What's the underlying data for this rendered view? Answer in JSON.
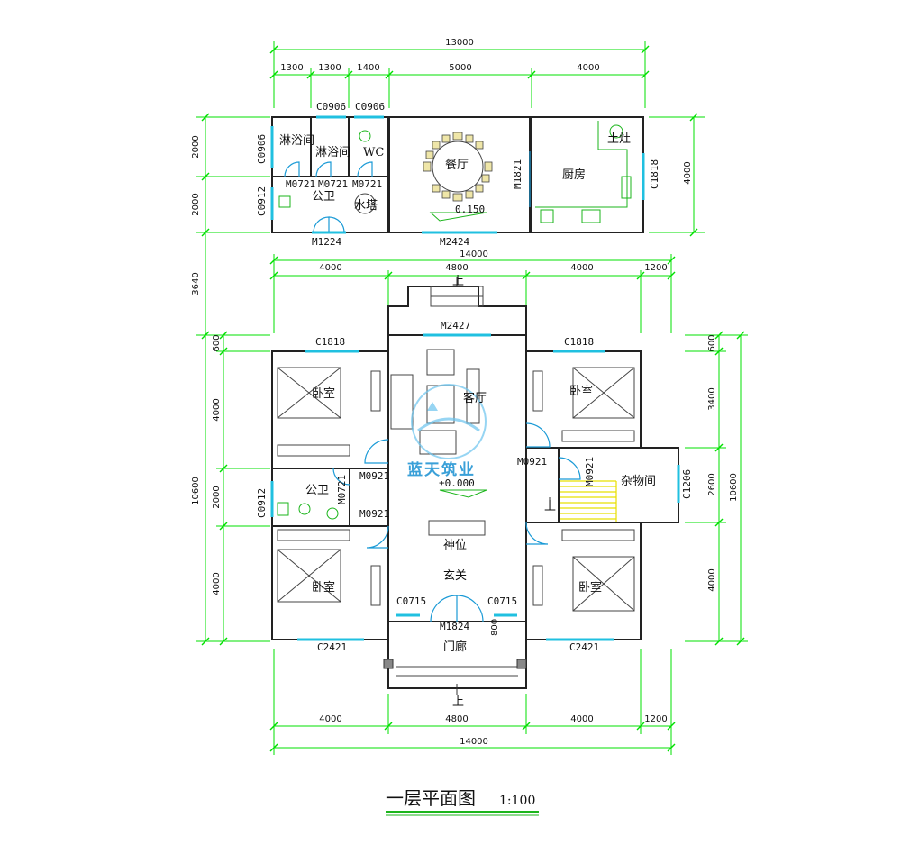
{
  "title": "一层平面图",
  "scale": "1:100",
  "watermark": "蓝天筑业",
  "annex_top_dims": {
    "total": "13000",
    "segments": [
      "1300",
      "1300",
      "1400",
      "5000",
      "4000"
    ]
  },
  "annex_left_dims": [
    "2000",
    "2000"
  ],
  "annex_right_dim": "4000",
  "main_top_dims": {
    "total": "14000",
    "segments": [
      "4000",
      "4800",
      "4000",
      "1200"
    ]
  },
  "main_bottom_dims": {
    "total": "14000",
    "segments": [
      "4000",
      "4800",
      "4000",
      "1200"
    ]
  },
  "left_dims": {
    "gap": "3640",
    "total": "10600",
    "segments": [
      "600",
      "4000",
      "2000",
      "4000"
    ]
  },
  "right_dims": {
    "total": "10600",
    "segments": [
      "600",
      "3400",
      "2600",
      "4000"
    ]
  },
  "small_dim": "800",
  "rooms": {
    "shower1": "淋浴间",
    "shower2": "淋浴间",
    "wc": "WC",
    "public_wc_top": "公卫",
    "water_tower": "水塔",
    "dining": "餐厅",
    "kitchen": "厨房",
    "stove": "土灶",
    "bed_tl": "卧室",
    "living": "客厅",
    "bed_tr": "卧室",
    "public_wc": "公卫",
    "storage": "杂物间",
    "shrine": "神位",
    "foyer": "玄关",
    "bed_bl": "卧室",
    "bed_br": "卧室",
    "porch": "门廊"
  },
  "elevations": {
    "annex": "0.150",
    "main": "±0.000"
  },
  "up_marks": [
    "上",
    "上",
    "上"
  ],
  "codes": {
    "c0906_a": "C0906",
    "c0906_b": "C0906",
    "c0906_c": "C0906",
    "c0912_a": "C0912",
    "m0721_a": "M0721",
    "m0721_b": "M0721",
    "m0721_c": "M0721",
    "m1224": "M1224",
    "m2424": "M2424",
    "m1821": "M1821",
    "c1818_k": "C1818",
    "m2427": "M2427",
    "c1818_l": "C1818",
    "c1818_r": "C1818",
    "m0921_a": "M0921",
    "m0921_b": "M0921",
    "m0921_c": "M0921",
    "m0921_d": "M0921",
    "m0721_d": "M0721",
    "c0912_b": "C0912",
    "c1206": "C1206",
    "c0715_a": "C0715",
    "c0715_b": "C0715",
    "m1824": "M1824",
    "c2421_a": "C2421",
    "c2421_b": "C2421"
  },
  "colors": {
    "dimension": "#00e000",
    "window": "#20c0e0",
    "door": "#1a9ad6",
    "stair": "#e8e000",
    "fixture": "#1bb51b"
  }
}
